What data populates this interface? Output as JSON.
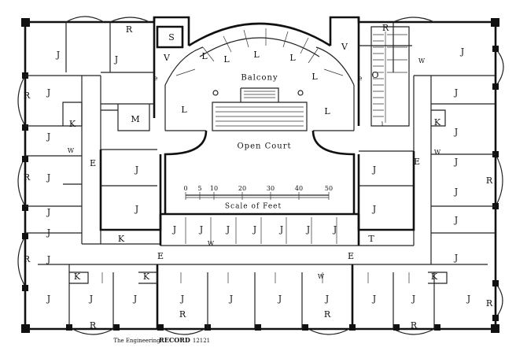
{
  "plan": {
    "labels": {
      "balcony": "Balcony",
      "open_court": "Open Court",
      "scale_of_feet": "Scale of Feet",
      "credit_prefix": "The Engineering",
      "credit_record": "RECORD",
      "credit_number": "12121"
    },
    "scale": {
      "ticks": [
        "0",
        "5",
        "10",
        "20",
        "30",
        "40",
        "50"
      ]
    },
    "room_letters": {
      "J": "J",
      "R": "R",
      "K": "K",
      "E": "E",
      "L": "L",
      "V": "V",
      "S": "S",
      "M": "M",
      "O": "O",
      "W": "W",
      "T": "T",
      "e": "e",
      "i": "i"
    }
  }
}
